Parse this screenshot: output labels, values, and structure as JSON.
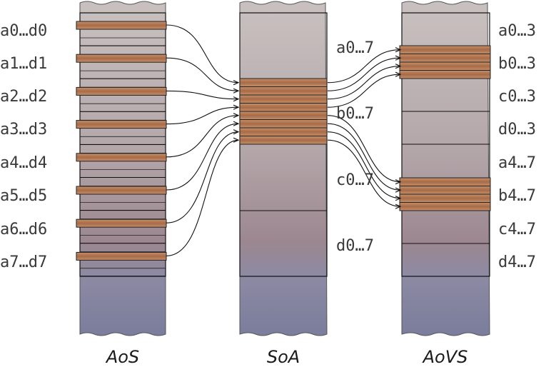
{
  "columns": {
    "aos": {
      "title": "AoS",
      "labels": [
        "a0…d0",
        "a1…d1",
        "a2…d2",
        "a3…d3",
        "a4…d4",
        "a5…d5",
        "a6…d6",
        "a7…d7"
      ]
    },
    "soa": {
      "title": "SoA",
      "labels": [
        "a0…7",
        "b0…7",
        "c0…7",
        "d0…7"
      ]
    },
    "aovs": {
      "title": "AoVS",
      "labels": [
        "a0…3",
        "b0…3",
        "c0…3",
        "d0…3",
        "a4…7",
        "b4…7",
        "c4…7",
        "d4…7"
      ]
    }
  },
  "colors": {
    "highlight_band": "#b9805a",
    "column_top": "#c7bebd",
    "column_mid": "#a48b91",
    "column_bottom": "#7b7e9c",
    "outline": "#111111",
    "connector": "#111111"
  }
}
